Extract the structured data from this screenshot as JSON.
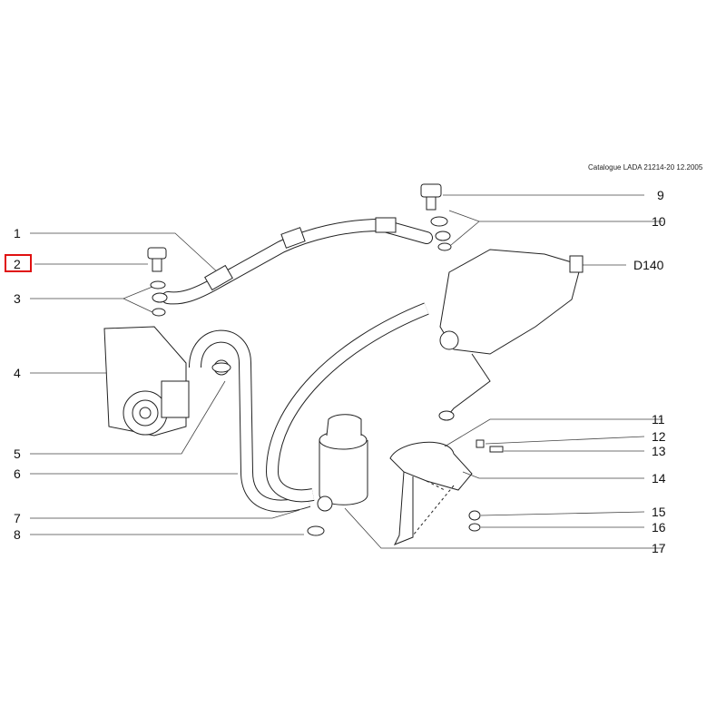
{
  "catalogue_caption": "Catalogue LADA  21214-20 12.2005",
  "highlight_color": "#e01010",
  "callouts_left": [
    "1",
    "2",
    "3",
    "4",
    "5",
    "6",
    "7",
    "8"
  ],
  "callouts_right": [
    "9",
    "10",
    "D140",
    "11",
    "12",
    "13",
    "14",
    "15",
    "16",
    "17"
  ],
  "highlighted_callout": "2"
}
